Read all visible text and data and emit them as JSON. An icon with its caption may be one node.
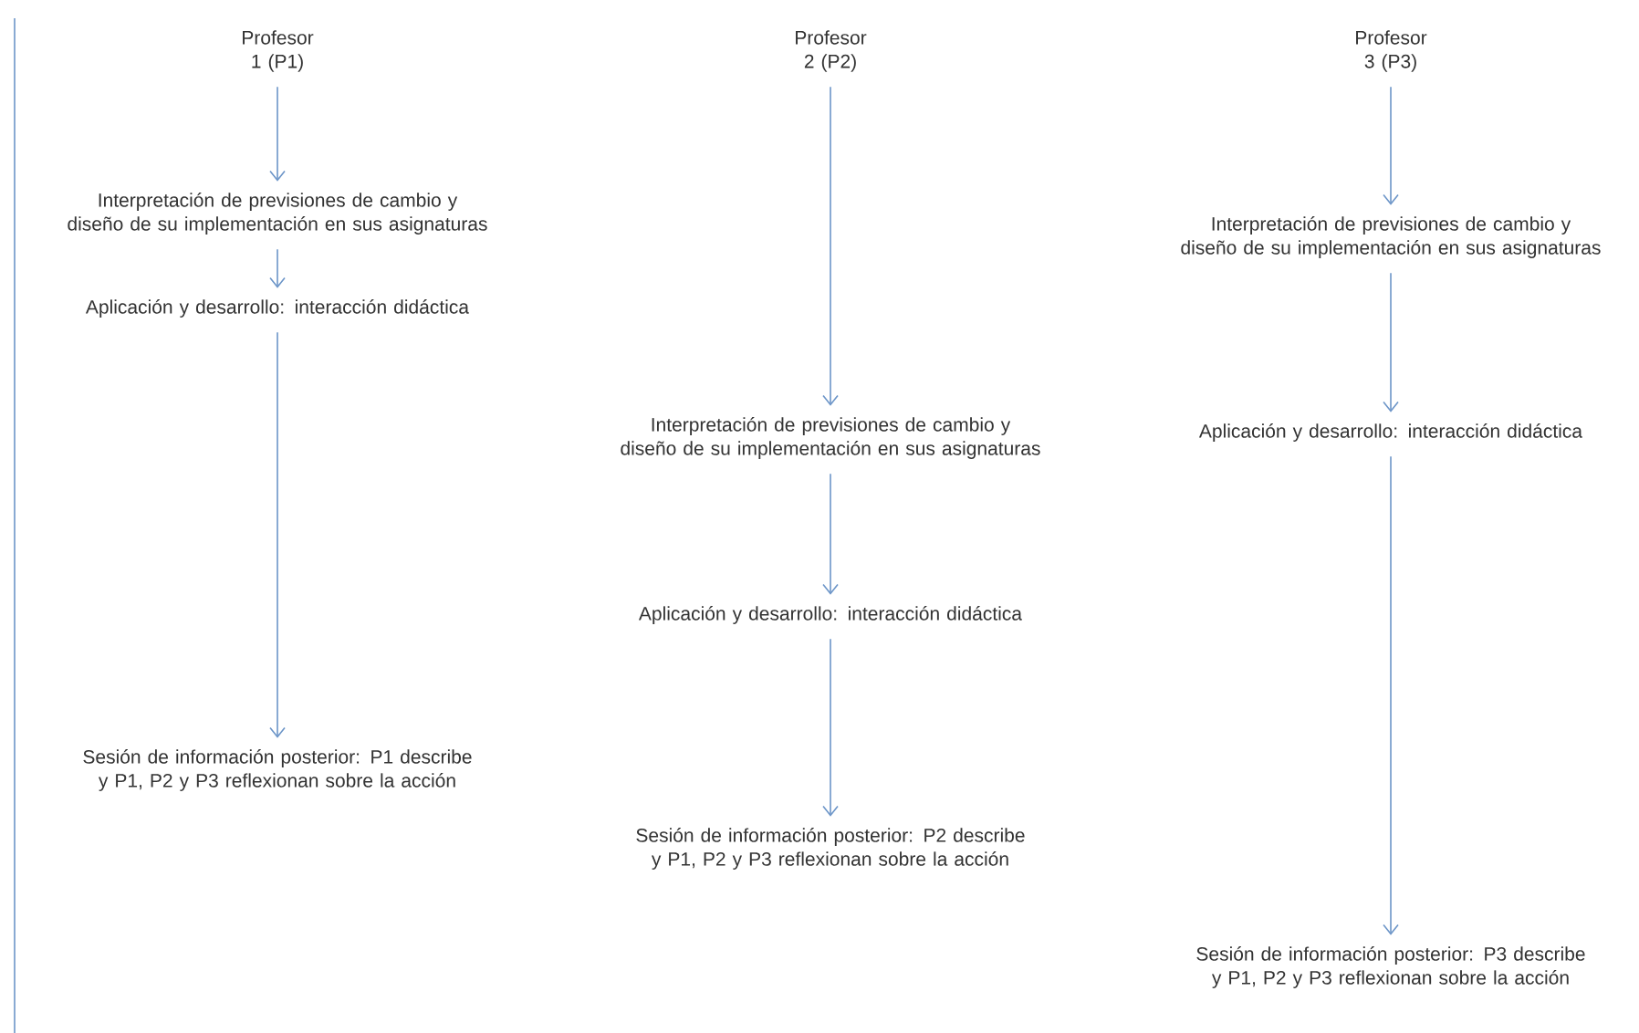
{
  "diagram": {
    "nodes": [
      {
        "text": [
          "Profesor 1 (P1)"
        ]
      },
      {
        "text": [
          "Interpretación de previsiones de cambio y diseño de su implementación en sus asignaturas"
        ]
      },
      {
        "text": [
          "Aplicación y desarrollo: interacción didáctica"
        ]
      },
      {
        "text": [
          "Sesión de información posterior: P1 describe y P1, P2 y P3 reflexionan sobre la acción"
        ]
      },
      {
        "text": [
          "Profesor 2 (P2)"
        ]
      },
      {
        "text": [
          "Interpretación de previsiones de cambio y diseño de su implementación en sus asignaturas"
        ]
      },
      {
        "text": [
          "Aplicación y desarrollo: interacción didáctica"
        ]
      },
      {
        "text": [
          "Sesión de información posterior: P2 describe y P1, P2 y P3 reflexionan sobre la acción"
        ]
      },
      {
        "text": [
          "Profesor 3 (P3)"
        ]
      },
      {
        "text": [
          "Interpretación de previsiones de cambio y diseño de su implementación en sus asignaturas"
        ]
      },
      {
        "text": [
          "Aplicación y desarrollo: interacción didáctica"
        ]
      },
      {
        "text": [
          "Sesión de información posterior: P3 describe y P1, P2 y P3 reflexionan sobre la acción"
        ]
      }
    ],
    "edges": [
      {
        "from": 0,
        "to": 1,
        "arrow": "to"
      },
      {
        "from": 1,
        "to": 2,
        "arrow": "to"
      },
      {
        "from": 2,
        "to": 3,
        "arrow": "to"
      },
      {
        "from": 4,
        "to": 5,
        "arrow": "to"
      },
      {
        "from": 5,
        "to": 6,
        "arrow": "to"
      },
      {
        "from": 6,
        "to": 7,
        "arrow": "to"
      },
      {
        "from": 8,
        "to": 9,
        "arrow": "to"
      },
      {
        "from": 9,
        "to": 10,
        "arrow": "to"
      },
      {
        "from": 10,
        "to": 11,
        "arrow": "to"
      }
    ]
  }
}
